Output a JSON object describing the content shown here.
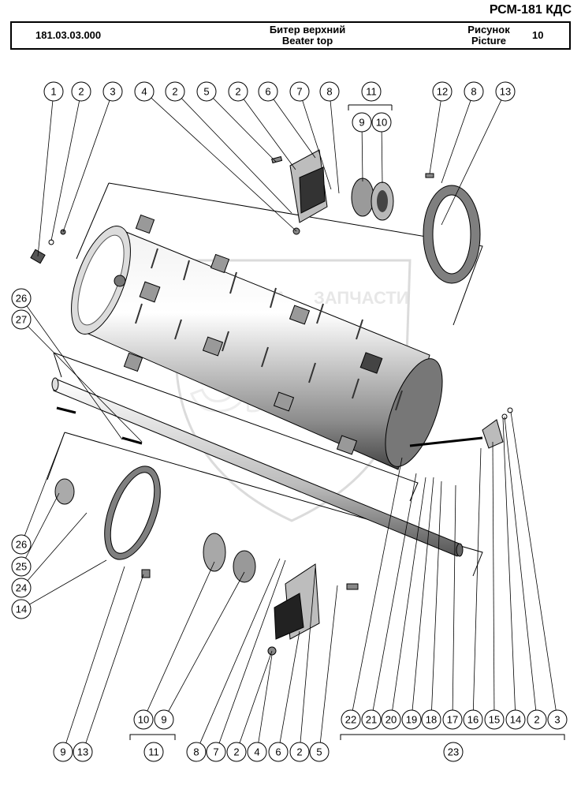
{
  "header": {
    "model": "РСМ-181 КДС",
    "code": "181.03.03.000",
    "name_ru": "Битер верхний",
    "name_en": "Beater top",
    "picture_label_ru": "Рисунок",
    "picture_label_en": "Picture",
    "picture_number": "10"
  },
  "watermark": {
    "left": "ТЕХНИКА",
    "right": "ЗАПЧАСТИ"
  },
  "callouts_top": [
    "1",
    "2",
    "3",
    "4",
    "2",
    "5",
    "2",
    "6",
    "7",
    "8",
    "11",
    "9",
    "10",
    "12",
    "8",
    "13"
  ],
  "callouts_left": [
    "26",
    "27",
    "26",
    "25",
    "24",
    "14"
  ],
  "callouts_bottom": [
    "10",
    "9",
    "11",
    "9",
    "13",
    "8",
    "7",
    "2",
    "4",
    "6",
    "2",
    "5",
    "22",
    "21",
    "20",
    "19",
    "18",
    "17",
    "16",
    "15",
    "14",
    "2",
    "3",
    "23"
  ]
}
